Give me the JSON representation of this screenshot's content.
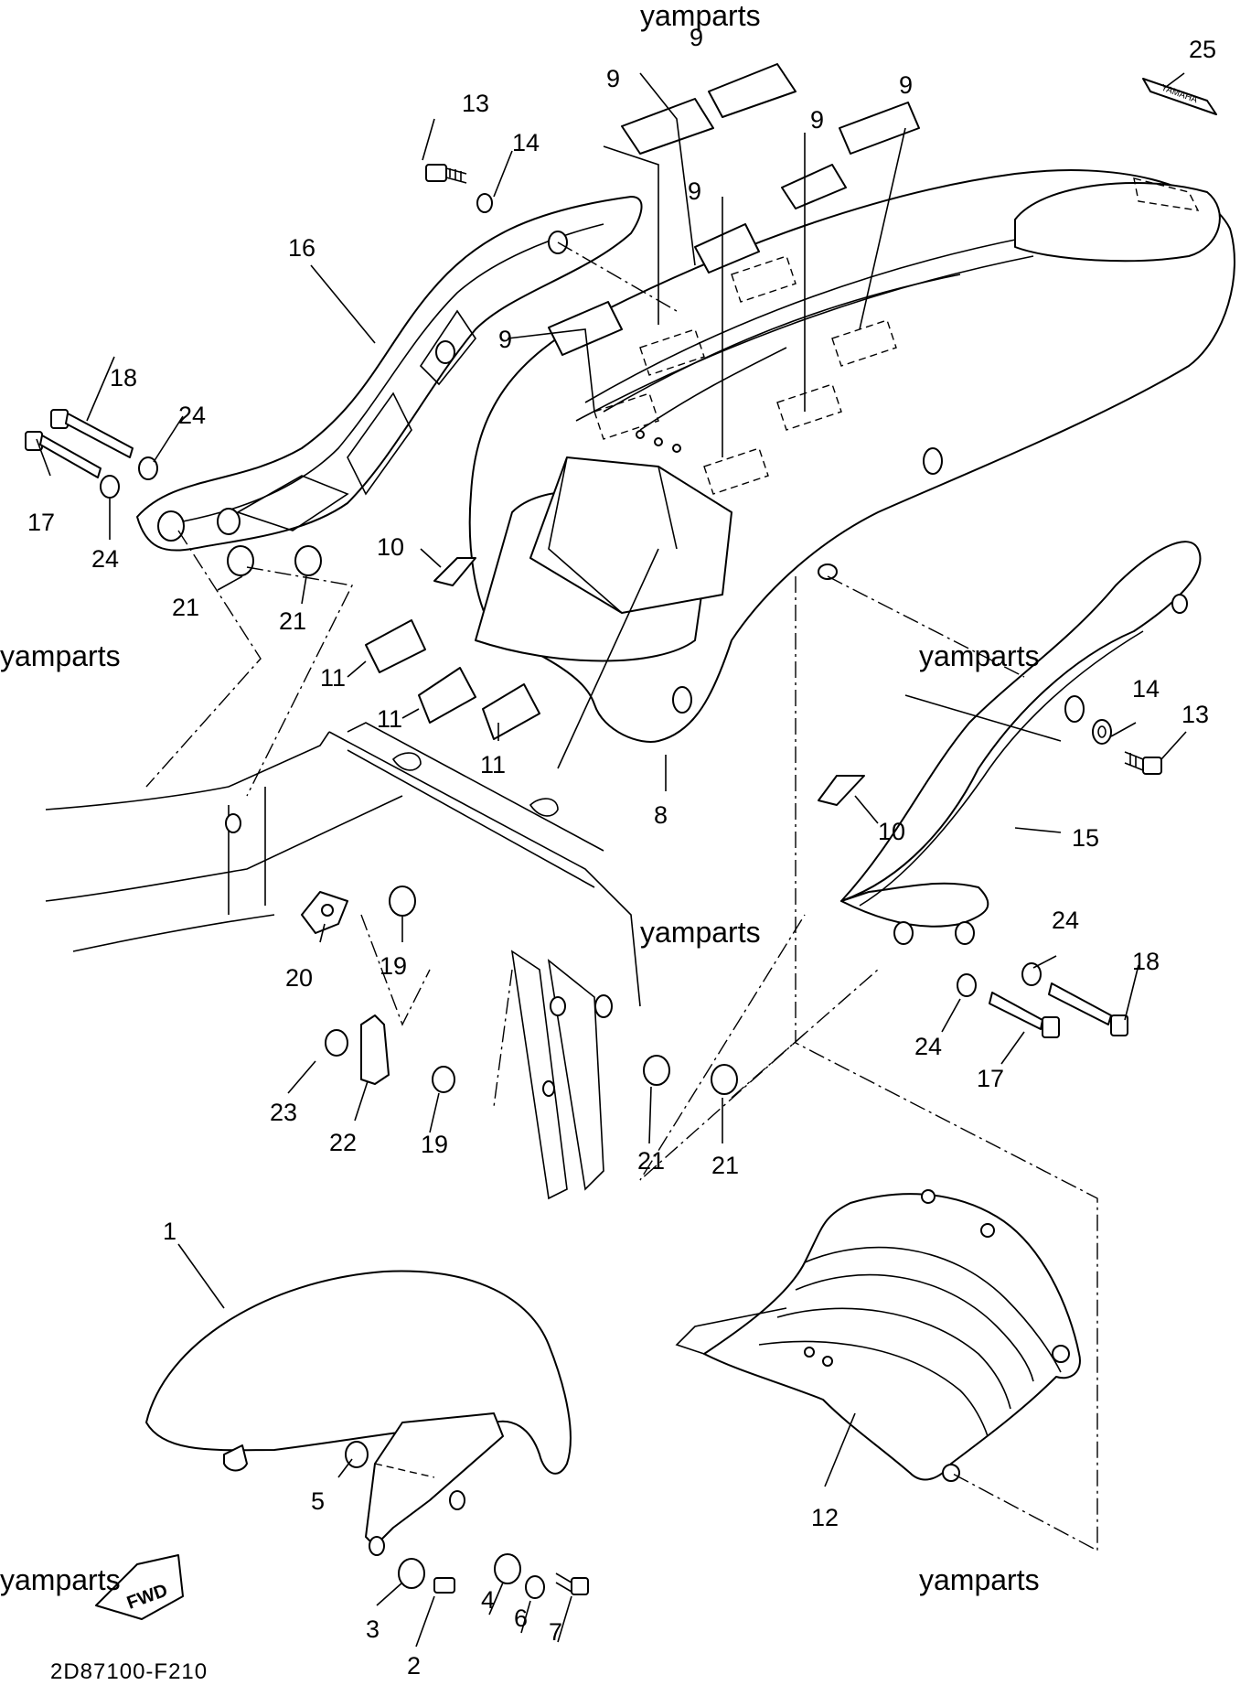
{
  "watermarks": [
    "yamparts",
    "yamparts",
    "yamparts",
    "yamparts",
    "yamparts",
    "yamparts"
  ],
  "diagram_code": "2D87100-F210",
  "fwd_label": "FWD",
  "decal_text": "YAMAHA",
  "callouts": {
    "p1": "1",
    "p2": "2",
    "p3": "3",
    "p4": "4",
    "p5": "5",
    "p6": "6",
    "p7": "7",
    "p8": "8",
    "p9": "9",
    "p10": "10",
    "p11": "11",
    "p12": "12",
    "p13": "13",
    "p14": "14",
    "p15": "15",
    "p16": "16",
    "p17": "17",
    "p18": "18",
    "p19": "19",
    "p20": "20",
    "p21": "21",
    "p22": "22",
    "p23": "23",
    "p24": "24",
    "p25": "25"
  }
}
